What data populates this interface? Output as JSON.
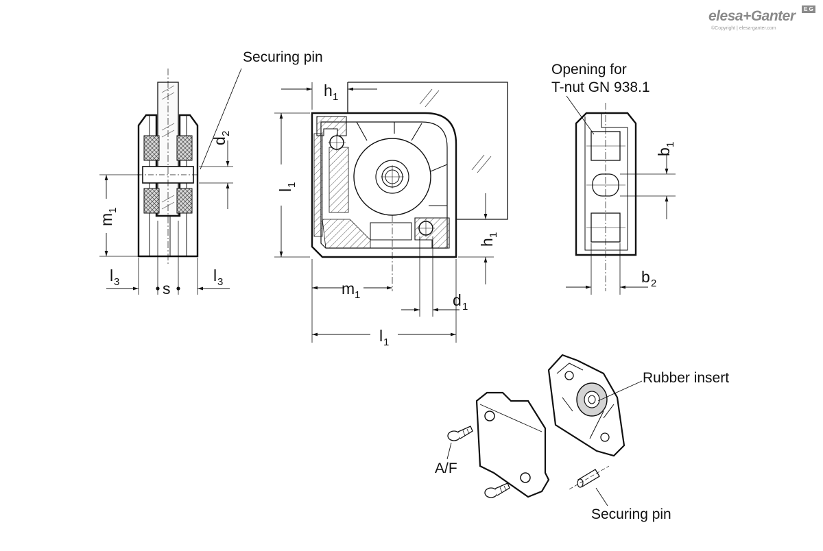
{
  "logo": {
    "brand": "elesa+Ganter",
    "badge": "E G",
    "copyright": "©Copyright | elesa-ganter.com"
  },
  "labels": {
    "securing_pin_top": "Securing pin",
    "opening_line1": "Opening for",
    "opening_line2": "T-nut GN 938.1",
    "rubber_insert": "Rubber insert",
    "af": "A/F",
    "securing_pin_bottom": "Securing pin"
  },
  "dims": {
    "d2": {
      "base": "d",
      "sub": "2"
    },
    "m1_side": {
      "base": "m",
      "sub": "1"
    },
    "l3_left": {
      "base": "l",
      "sub": "3"
    },
    "l3_right": {
      "base": "l",
      "sub": "3"
    },
    "s": "s",
    "h1_top": {
      "base": "h",
      "sub": "1"
    },
    "l1_vert": {
      "base": "l",
      "sub": "1"
    },
    "h1_right": {
      "base": "h",
      "sub": "1"
    },
    "m1_bottom": {
      "base": "m",
      "sub": "1"
    },
    "d1": {
      "base": "d",
      "sub": "1"
    },
    "l1_bottom": {
      "base": "l",
      "sub": "1"
    },
    "b1": {
      "base": "b",
      "sub": "1"
    },
    "b2": {
      "base": "b",
      "sub": "2"
    }
  },
  "colors": {
    "line": "#111111",
    "hatch": "#555555",
    "fill_gray": "#e6e6e6",
    "logo": "#8a8a8a"
  }
}
